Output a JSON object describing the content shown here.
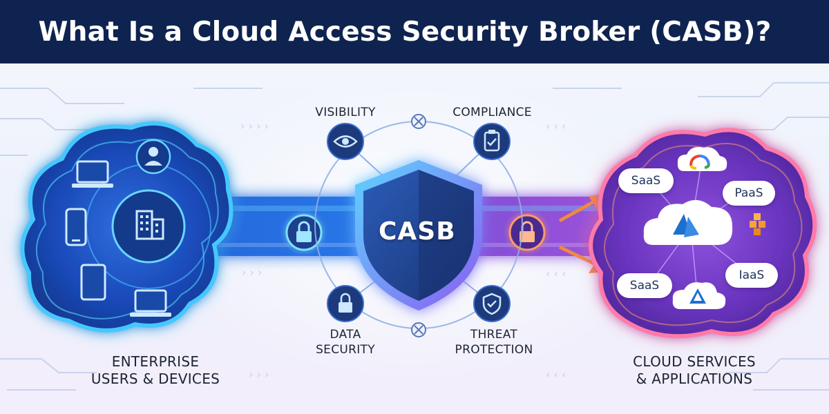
{
  "title": "What Is a Cloud Access Security Broker (CASB)?",
  "center_label": "CASB",
  "features": {
    "visibility": "VISIBILITY",
    "compliance": "COMPLIANCE",
    "data_security_line1": "DATA",
    "data_security_line2": "SECURITY",
    "threat_protection_line1": "THREAT",
    "threat_protection_line2": "PROTECTION"
  },
  "left_group": {
    "line1": "ENTERPRISE",
    "line2": "USERS & DEVICES"
  },
  "right_group": {
    "line1": "CLOUD SERVICES",
    "line2": "& APPLICATIONS"
  },
  "cloud_services": {
    "saas_top": "SaaS",
    "paas": "PaaS",
    "saas_bottom": "SaaS",
    "iaas": "IaaS"
  },
  "colors": {
    "title_bg": "#0f2350",
    "left_cloud": "#1f5fd6",
    "right_cloud": "#7b3fd0",
    "shield": "#23489a",
    "accent_orange": "#f08a3c"
  },
  "icons": [
    "laptop-icon",
    "user-icon",
    "phone-icon",
    "building-icon",
    "tablet-icon",
    "eye-icon",
    "clipboard-check-icon",
    "lock-icon",
    "shield-check-icon",
    "google-cloud-icon",
    "azure-icon",
    "aws-icon"
  ]
}
